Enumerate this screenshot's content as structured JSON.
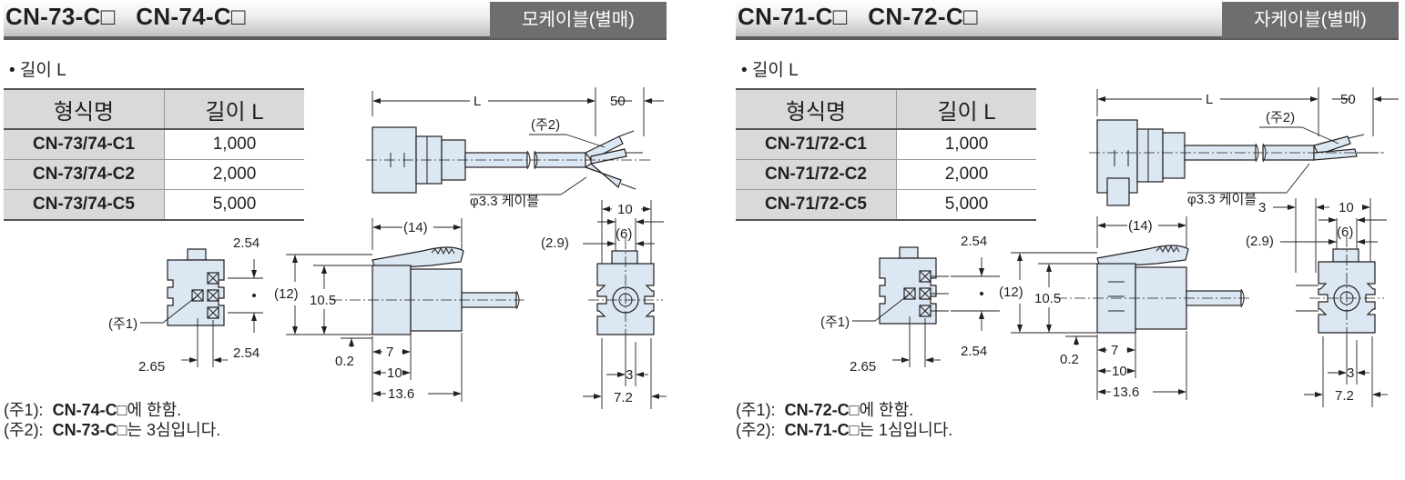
{
  "panels": [
    {
      "title": "CN-73-C□   CN-74-C□",
      "badge": "모케이블(별매)",
      "length_label": "• 길이 L",
      "table": {
        "headers": [
          "형식명",
          "길이 L"
        ],
        "rows": [
          {
            "model": "CN-73/74-C1",
            "length": "1,000"
          },
          {
            "model": "CN-73/74-C2",
            "length": "2,000"
          },
          {
            "model": "CN-73/74-C5",
            "length": "5,000"
          }
        ]
      },
      "drawing": {
        "L": "L",
        "d50": "50",
        "note2_ref": "(주2)",
        "cable": "φ3.3 케이블",
        "d254a": "2.54",
        "d254b": "2.54",
        "d265": "2.65",
        "note1_ref": "(주1)",
        "d14": "(14)",
        "d12": "(12)",
        "d105": "10.5",
        "d02": "0.2",
        "d7": "7",
        "d10b": "10",
        "d136": "13.6",
        "d10": "10",
        "d6": "(6)",
        "d29": "(2.9)",
        "d3": "3",
        "d72": "7.2"
      },
      "notes": [
        {
          "ref": "(주1):",
          "model": "CN-74-C□",
          "text": "에 한함."
        },
        {
          "ref": "(주2):",
          "model": "CN-73-C□",
          "text": "는 3심입니다."
        }
      ]
    },
    {
      "title": "CN-71-C□   CN-72-C□",
      "badge": "자케이블(별매)",
      "length_label": "• 길이 L",
      "table": {
        "headers": [
          "형식명",
          "길이 L"
        ],
        "rows": [
          {
            "model": "CN-71/72-C1",
            "length": "1,000"
          },
          {
            "model": "CN-71/72-C2",
            "length": "2,000"
          },
          {
            "model": "CN-71/72-C5",
            "length": "5,000"
          }
        ]
      },
      "drawing": {
        "L": "L",
        "d50": "50",
        "note2_ref": "(주2)",
        "cable": "φ3.3 케이블",
        "d254a": "2.54",
        "d254b": "2.54",
        "d265": "2.65",
        "note1_ref": "(주1)",
        "d14": "(14)",
        "d12": "(12)",
        "d105": "10.5",
        "d02": "0.2",
        "d7": "7",
        "d10b": "10",
        "d136": "13.6",
        "d10": "10",
        "d6": "(6)",
        "d29": "(2.9)",
        "d3": "3",
        "d72": "7.2",
        "d3b": "3"
      },
      "notes": [
        {
          "ref": "(주1):",
          "model": "CN-72-C□",
          "text": "에 한함."
        },
        {
          "ref": "(주2):",
          "model": "CN-71-C□",
          "text": "는 1심입니다."
        }
      ]
    }
  ]
}
